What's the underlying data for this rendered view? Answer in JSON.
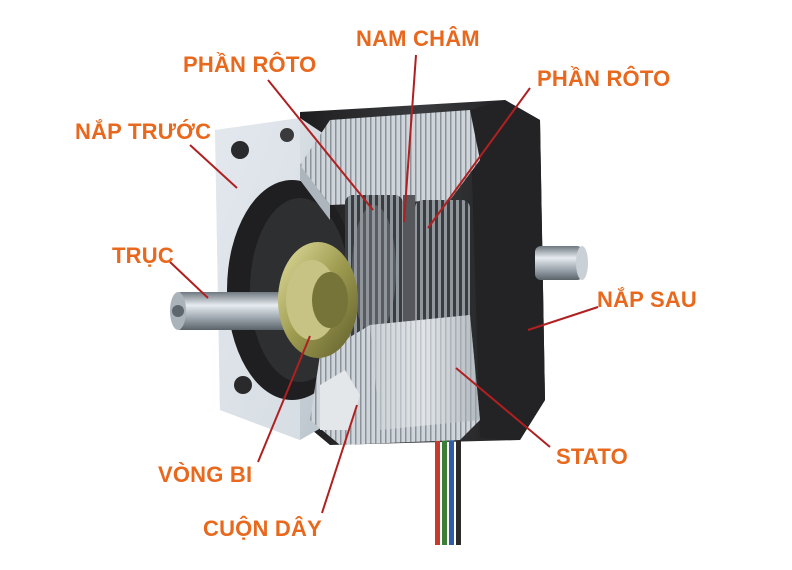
{
  "colors": {
    "label": "#E8691E",
    "leader": "#B02020",
    "body_dark": "#2a2a2c",
    "body_light": "#d9dfe4",
    "steel": "#b9c2ca",
    "brass": "#a7a35a"
  },
  "labels": {
    "front_cover": "NẮP TRƯỚC",
    "rotor_left": "PHẦN RÔTO",
    "magnet": "NAM CHÂM",
    "rotor_right": "PHẦN RÔTO",
    "shaft": "TRỤC",
    "rear_cover": "NẮP SAU",
    "bearing": "VÒNG BI",
    "stator": "STATO",
    "coil": "CUỘN DÂY"
  }
}
